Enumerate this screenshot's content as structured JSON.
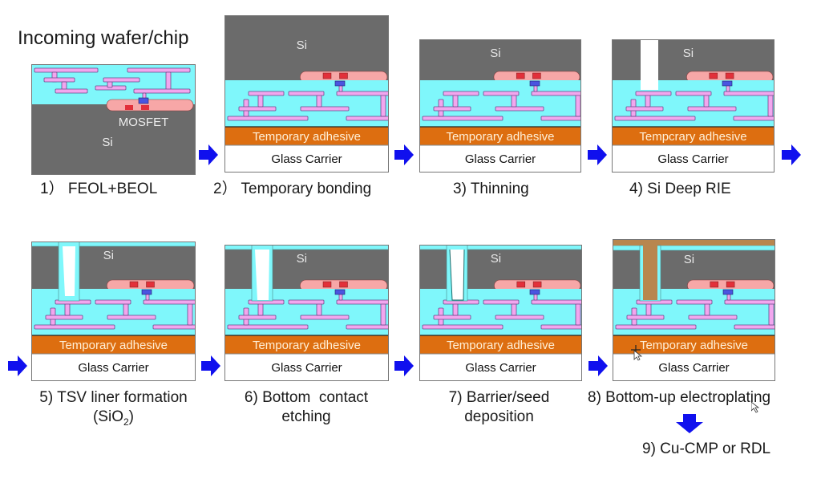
{
  "title": "Incoming wafer/chip",
  "colors": {
    "si": "#6b6b6b",
    "dielectric": "#7ff7fb",
    "metal": "#f2a6ee",
    "metal_stroke": "#6a4a8a",
    "mosfet": "#f7a7a7",
    "gate": "#e2303a",
    "contact": "#4a55e0",
    "adhesive": "#dd6e10",
    "glass": "#ffffff",
    "copper": "#b8864e",
    "arrow": "#1010ee"
  },
  "labels": {
    "si": "Si",
    "mosfet": "MOSFET",
    "adhesive": "Temporary adhesive",
    "adhesive_step4": "Tempcrary adhesive",
    "glass": "Glass Carrier"
  },
  "steps": [
    {
      "id": 1,
      "caption": "1） FEOL+BEOL"
    },
    {
      "id": 2,
      "caption": "2） Temporary bonding"
    },
    {
      "id": 3,
      "caption": "3) Thinning"
    },
    {
      "id": 4,
      "caption": "4) Si Deep RIE"
    },
    {
      "id": 5,
      "caption": "5) TSV liner formation",
      "caption2_pre": "(SiO",
      "caption2_sub": "2",
      "caption2_post": ")"
    },
    {
      "id": 6,
      "caption": "6) Bottom  contact",
      "caption2": "etching"
    },
    {
      "id": 7,
      "caption": "7) Barrier/seed",
      "caption2": "deposition"
    },
    {
      "id": 8,
      "caption": "8) Bottom-up electroplating"
    },
    {
      "id": 9,
      "caption": "9) Cu-CMP or RDL"
    }
  ]
}
